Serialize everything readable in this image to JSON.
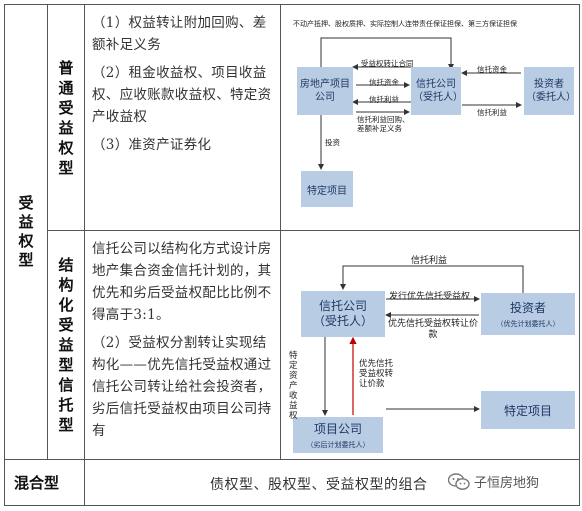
{
  "category": [
    "受",
    "益",
    "权",
    "型"
  ],
  "row1": {
    "type_label": [
      "普",
      "通",
      "受",
      "益",
      "权",
      "型"
    ],
    "items": [
      "（1）权益转让附加回购、差额补足义务",
      "（2）租金收益权、项目收益权、应收账款收益权、特定资产收益权",
      "（3）准资产证券化"
    ],
    "diagram": {
      "header": "不动产抵押、股权质押、实际控制人连带责任保证担保、第三方保证担保",
      "developer": "房地产项目公司",
      "trust": "信托公司（受托人）",
      "investor": "投资者（委托人）",
      "project": "特定项目",
      "arrow_transfer": "受益权转让合同",
      "arrow_funds1": "信托资金",
      "arrow_benefit1": "信托利益",
      "arrow_buyback": "信托利益回购、差额补足义务",
      "arrow_funds2": "信托资金",
      "arrow_benefit2": "信托利益",
      "arrow_invest": "投资"
    }
  },
  "row2": {
    "type_label": [
      "结",
      "构",
      "化",
      "受",
      "益",
      "型",
      "信",
      "托",
      "型"
    ],
    "items": [
      "信托公司以结构化方式设计房地产集合资金信托计划的，其优先和劣后受益权配比比例不得高于3:1。",
      "（2）受益权分割转让实现结构化——优先信托受益权通过信托公司转让给社会投资者，劣后信托受益权由项目公司持有"
    ],
    "diagram": {
      "top_label": "信托利益",
      "trust": "信托公司（受托人）",
      "investor_name": "投资者",
      "investor_sub": "（优先计划委托人）",
      "project_name": "项目公司",
      "project_sub": "（劣后计划委托人）",
      "specific": "特定项目",
      "arrow_issue": "发行优先信托受益权",
      "arrow_transfer_price": "优先信托受益权转让价款",
      "arrow_specific": "特定资产收益权",
      "arrow_priority": "优先信托受益权转让价款"
    }
  },
  "mixed": {
    "label": "混合型",
    "desc": "债权型、股权型、受益权型的组合",
    "watermark": "子恒房地狗"
  },
  "colors": {
    "box": "#b8cce4",
    "box_text": "#1f3864",
    "red_arrow": "#c00000"
  }
}
